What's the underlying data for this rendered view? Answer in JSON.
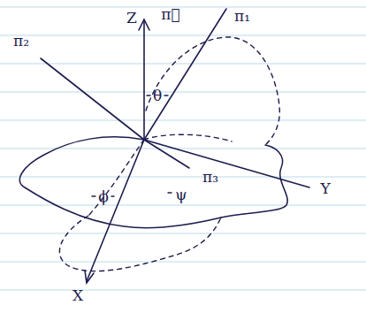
{
  "diagram": {
    "labels": [
      "Z",
      "π⃗",
      "π₁",
      "π₂",
      "θ",
      "Y",
      "π₃",
      "ϕ",
      "ψ",
      "X"
    ]
  }
}
